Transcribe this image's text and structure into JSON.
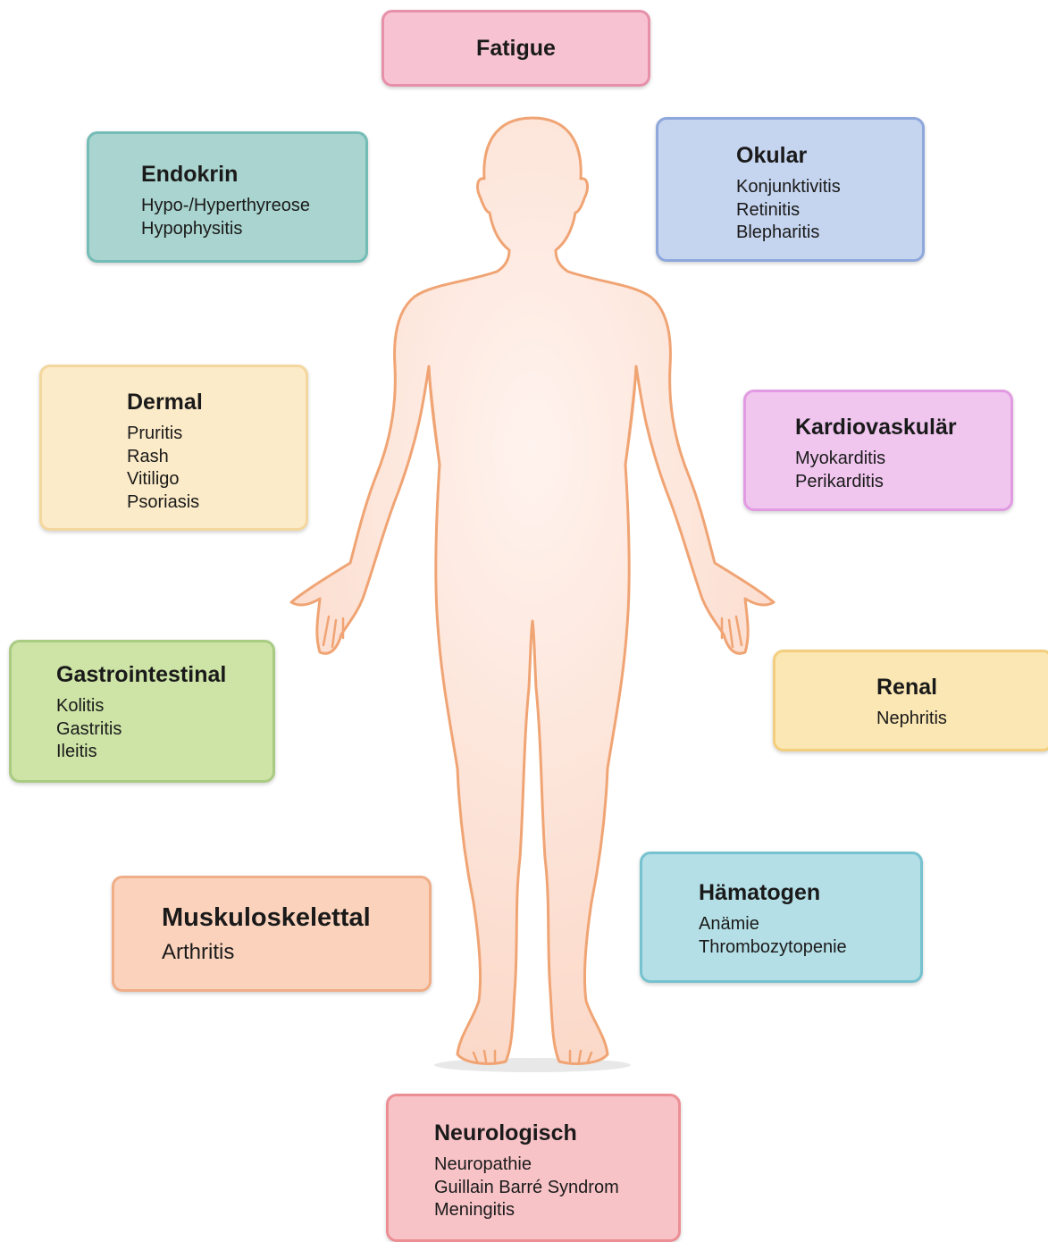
{
  "boxes": {
    "fatigue": {
      "title": "Fatigue",
      "items": []
    },
    "endokrin": {
      "title": "Endokrin",
      "items": [
        "Hypo-/Hyperthyreose",
        "Hypophysitis"
      ]
    },
    "okular": {
      "title": "Okular",
      "items": [
        "Konjunktivitis",
        "Retinitis",
        "Blepharitis"
      ]
    },
    "dermal": {
      "title": "Dermal",
      "items": [
        "Pruritis",
        "Rash",
        "Vitiligo",
        "Psoriasis"
      ]
    },
    "kardio": {
      "title": "Kardiovaskulär",
      "items": [
        "Myokarditis",
        "Perikarditis"
      ]
    },
    "gastro": {
      "title": "Gastrointestinal",
      "items": [
        "Kolitis",
        "Gastritis",
        "Ileitis"
      ]
    },
    "renal": {
      "title": "Renal",
      "items": [
        "Nephritis"
      ]
    },
    "musk": {
      "title": "Muskuloskelettal",
      "items": [
        "Arthritis"
      ]
    },
    "hamato": {
      "title": "Hämatogen",
      "items": [
        "Anämie",
        "Thrombozytopenie"
      ]
    },
    "neuro": {
      "title": "Neurologisch",
      "items": [
        "Neuropathie",
        "Guillain Barré Syndrom",
        "Meningitis"
      ]
    }
  },
  "colors": {
    "body_fill": "#fde4da",
    "body_outline": "#f0a474"
  }
}
